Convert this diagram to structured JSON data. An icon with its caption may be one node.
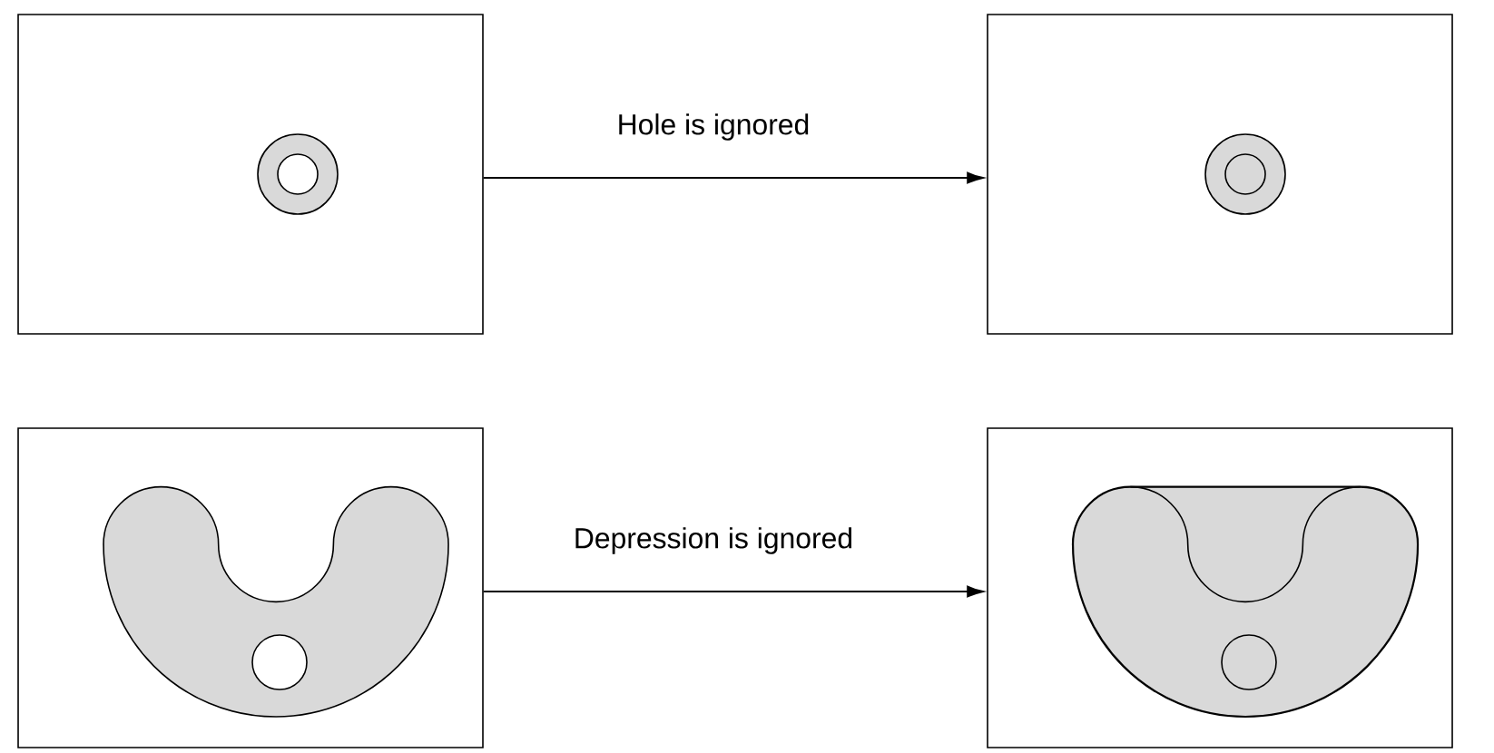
{
  "diagram": {
    "nodes": [
      {
        "text": [],
        "shape": "box"
      },
      {
        "text": [],
        "shape": "box"
      },
      {
        "text": [],
        "shape": "box"
      },
      {
        "text": [],
        "shape": "box"
      }
    ],
    "edges": [
      {
        "from": 0,
        "to": 1,
        "arrow": "to",
        "label": "Hole is ignored"
      },
      {
        "from": 2,
        "to": 3,
        "arrow": "to",
        "label": "Depression is ignored"
      }
    ]
  }
}
